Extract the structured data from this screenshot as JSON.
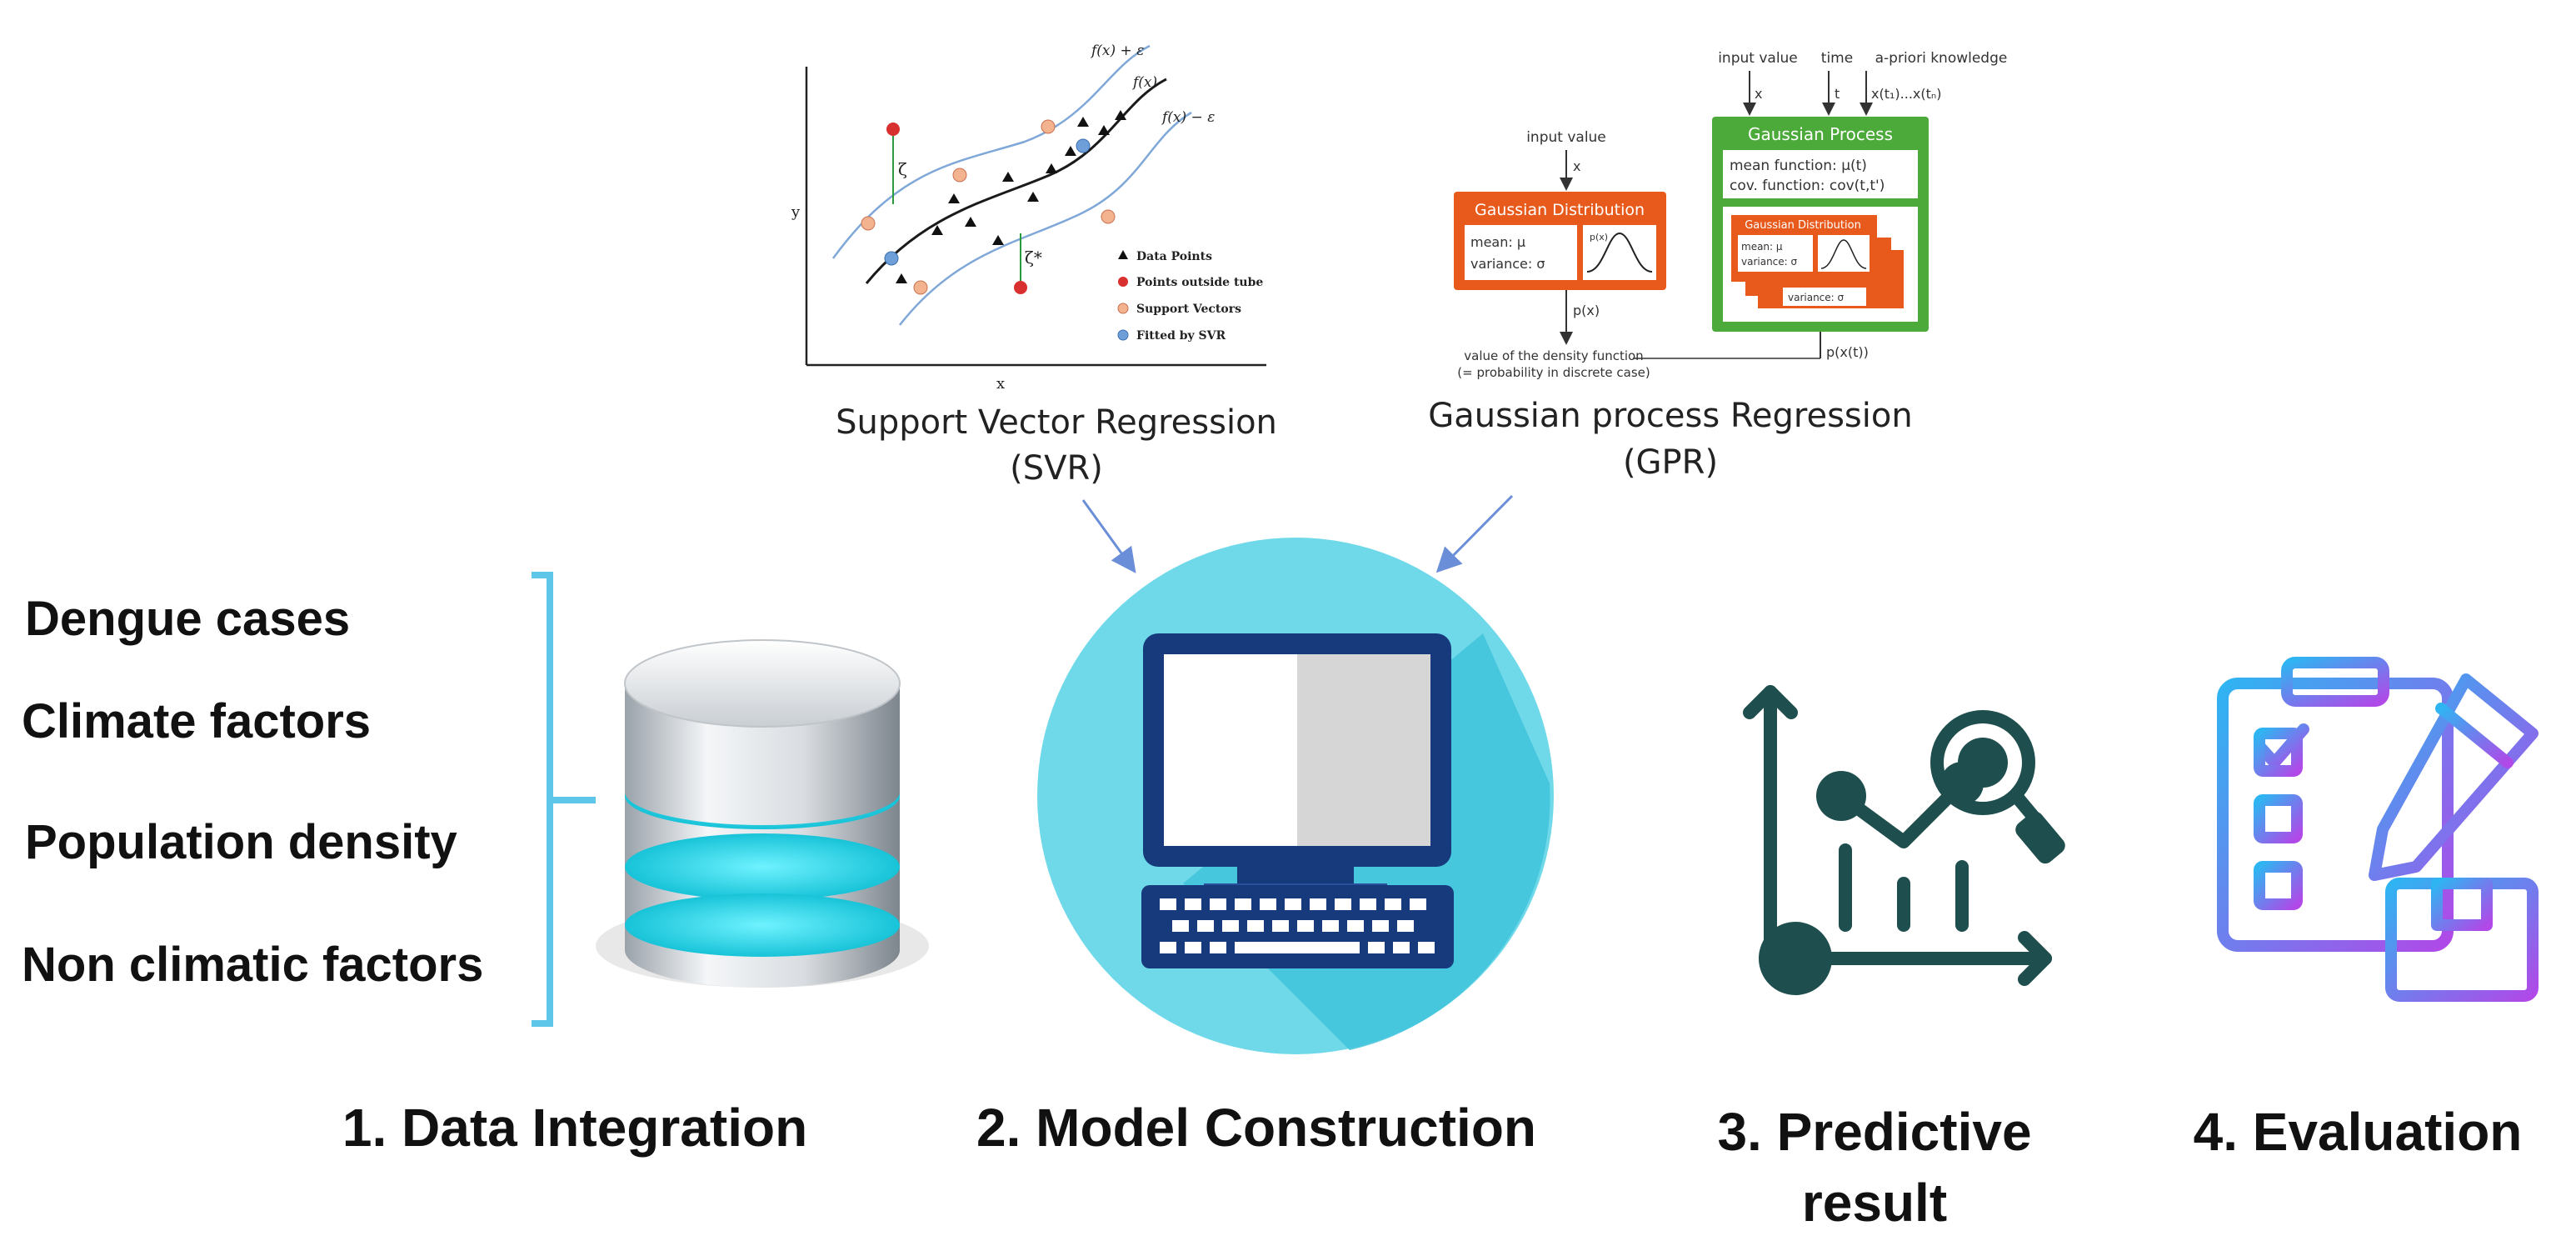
{
  "inputs": [
    "Dengue cases",
    "Climate factors",
    "Population density",
    "Non climatic factors"
  ],
  "steps": [
    "1. Data Integration",
    "2. Model Construction",
    "3. Predictive",
    "result",
    "4. Evaluation"
  ],
  "svr": {
    "label_line1": "Support Vector Regression",
    "label_line2": "(SVR)",
    "curve_upper": "f(x) + ε",
    "curve_mid": "f(x)",
    "curve_lower": "f(x) − ε",
    "xi": "ζ",
    "xi_star": "ζ*",
    "axis_x": "x",
    "axis_y": "y",
    "legend": [
      "Data Points",
      "Points outside tube",
      "Support Vectors",
      "Fitted by SVR"
    ]
  },
  "gpr": {
    "label_line1": "Gaussian process Regression",
    "label_line2": "(GPR)",
    "input_value": "input value",
    "x": "x",
    "dist_title": "Gaussian Distribution",
    "mean": "mean: μ",
    "variance": "variance: σ",
    "px": "p(x)",
    "density1": "value of the density function",
    "density2": "(= probability in discrete case)",
    "top_input": "input value",
    "time": "time",
    "apriori": "a-priori knowledge",
    "t": "t",
    "xt": "x(t₁)...x(tₙ)",
    "proc_title": "Gaussian Process",
    "mean_fn": "mean function: μ(t)",
    "cov_fn": "cov. function: cov(t,t')",
    "inner_dist": "Gaussian Distribution",
    "inner_mean": "mean: μ",
    "inner_var": "variance: σ",
    "inner_var2": "variance: σ",
    "pxt": "p(x(t))"
  }
}
